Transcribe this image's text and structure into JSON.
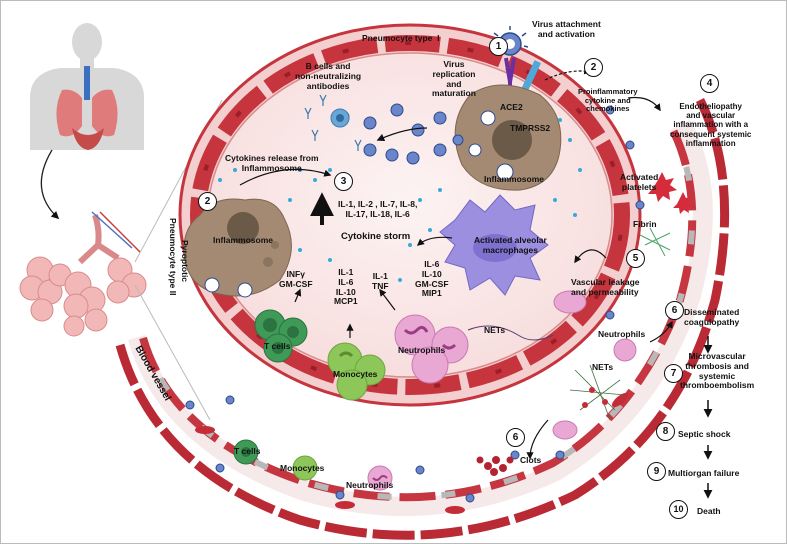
{
  "labels": {
    "pneumocyte_type_1": "Pneumocyte type  I",
    "virus_attachment": "Virus attachment\nand activation",
    "ace2": "ACE2",
    "tmprss2": "TMPRSS2",
    "virus_replication": "Virus\nreplication\nand\nmaturation",
    "b_cells": "B cells and\nnon-neutralizing\nantibodies",
    "inflammosome_top": "Inflammosome",
    "inflammosome_left": "Inflammosome",
    "proinflammatory": "Proinflammatory\ncytokine and\nchemokines",
    "cytokines_release": "Cytokines release from\nInflammosome",
    "cytokine_list": "IL-1, IL-2 , IL-7, IL-8,\nIL-17, IL-18, IL-6",
    "cytokine_storm": "Cytokine storm",
    "activated_macrophages": "Activated alveolar\nmacrophages",
    "macrophage_cytokines": "IL-6\nIL-10\nGM-CSF\nMIP1",
    "neutrophil_cytokines": "IL-1\nTNF",
    "tcell_cytokines": "INFγ\nGM-CSF",
    "monocyte_cytokines": "IL-1\nIL-6\nIL-10\nMCP1",
    "t_cells": "T cells",
    "monocytes": "Monocytes",
    "neutrophils": "Neutrophils",
    "nets": "NETs",
    "pyroptotic": "Pyroptotic",
    "pneumocyte_type_2": "Pneumocyte type II",
    "blood_vessel": "Blood vessel",
    "t_cells_bv": "T cells",
    "monocytes_bv": "Monocytes",
    "neutrophils_bv": "Neutrophils",
    "endotheliopathy": "Endotheliopathy\nand vascular\ninflammation with a\nconsequent systemic\ninflammation",
    "activated_platelets": "Activated\nplatelets",
    "fibrin": "Fibrin",
    "vascular_leakage": "Vascular leakage\nand permeability",
    "neutrophils_right": "Neutrophils",
    "nets_right": "NETs",
    "clots": "Clots",
    "dic": "Disseminated\ncoagulopathy",
    "thrombosis": "Microvascular\nthrombosis and\nsystemic\nthromboembolism",
    "septic_shock": "Septic shock",
    "multiorgan": "Multiorgan failure",
    "death": "Death"
  },
  "numbers": {
    "n1": "1",
    "n2_top": "2",
    "n2_left": "2",
    "n3": "3",
    "n4": "4",
    "n5": "5",
    "n6_right": "6",
    "n6_clots": "6",
    "n7": "7",
    "n8": "8",
    "n9": "9",
    "n10": "10"
  },
  "colors": {
    "pneumocyte": "#d9333f",
    "pneumocyte_dark": "#a8222c",
    "alveolar_wall": "#f4c6c6",
    "macrophage": "#9c8fe0",
    "neutrophil": "#e9a7d4",
    "t_cell": "#3f9a58",
    "monocyte": "#8dc75a",
    "inflammosome_cell": "#a48a73",
    "virus": "#6a86c9",
    "endothelial_gray": "#b8b8b8"
  }
}
